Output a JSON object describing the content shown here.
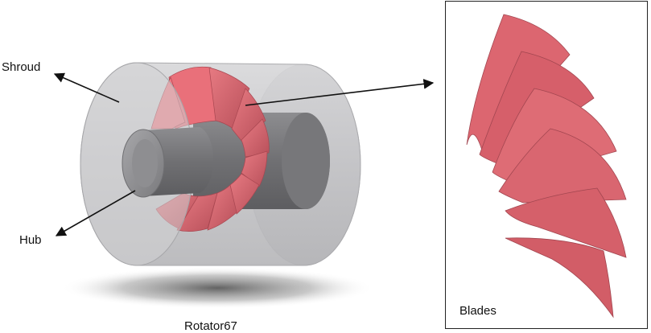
{
  "labels": {
    "shroud": "Shroud",
    "hub": "Hub",
    "rotor_name": "Rotator67",
    "blades": "Blades"
  },
  "colors": {
    "shroud": "#c9c9cb",
    "hub": "#808083",
    "blade": "#d9606a",
    "blade_light": "#f06f78",
    "arrow": "#111111",
    "frame": "#222222"
  }
}
